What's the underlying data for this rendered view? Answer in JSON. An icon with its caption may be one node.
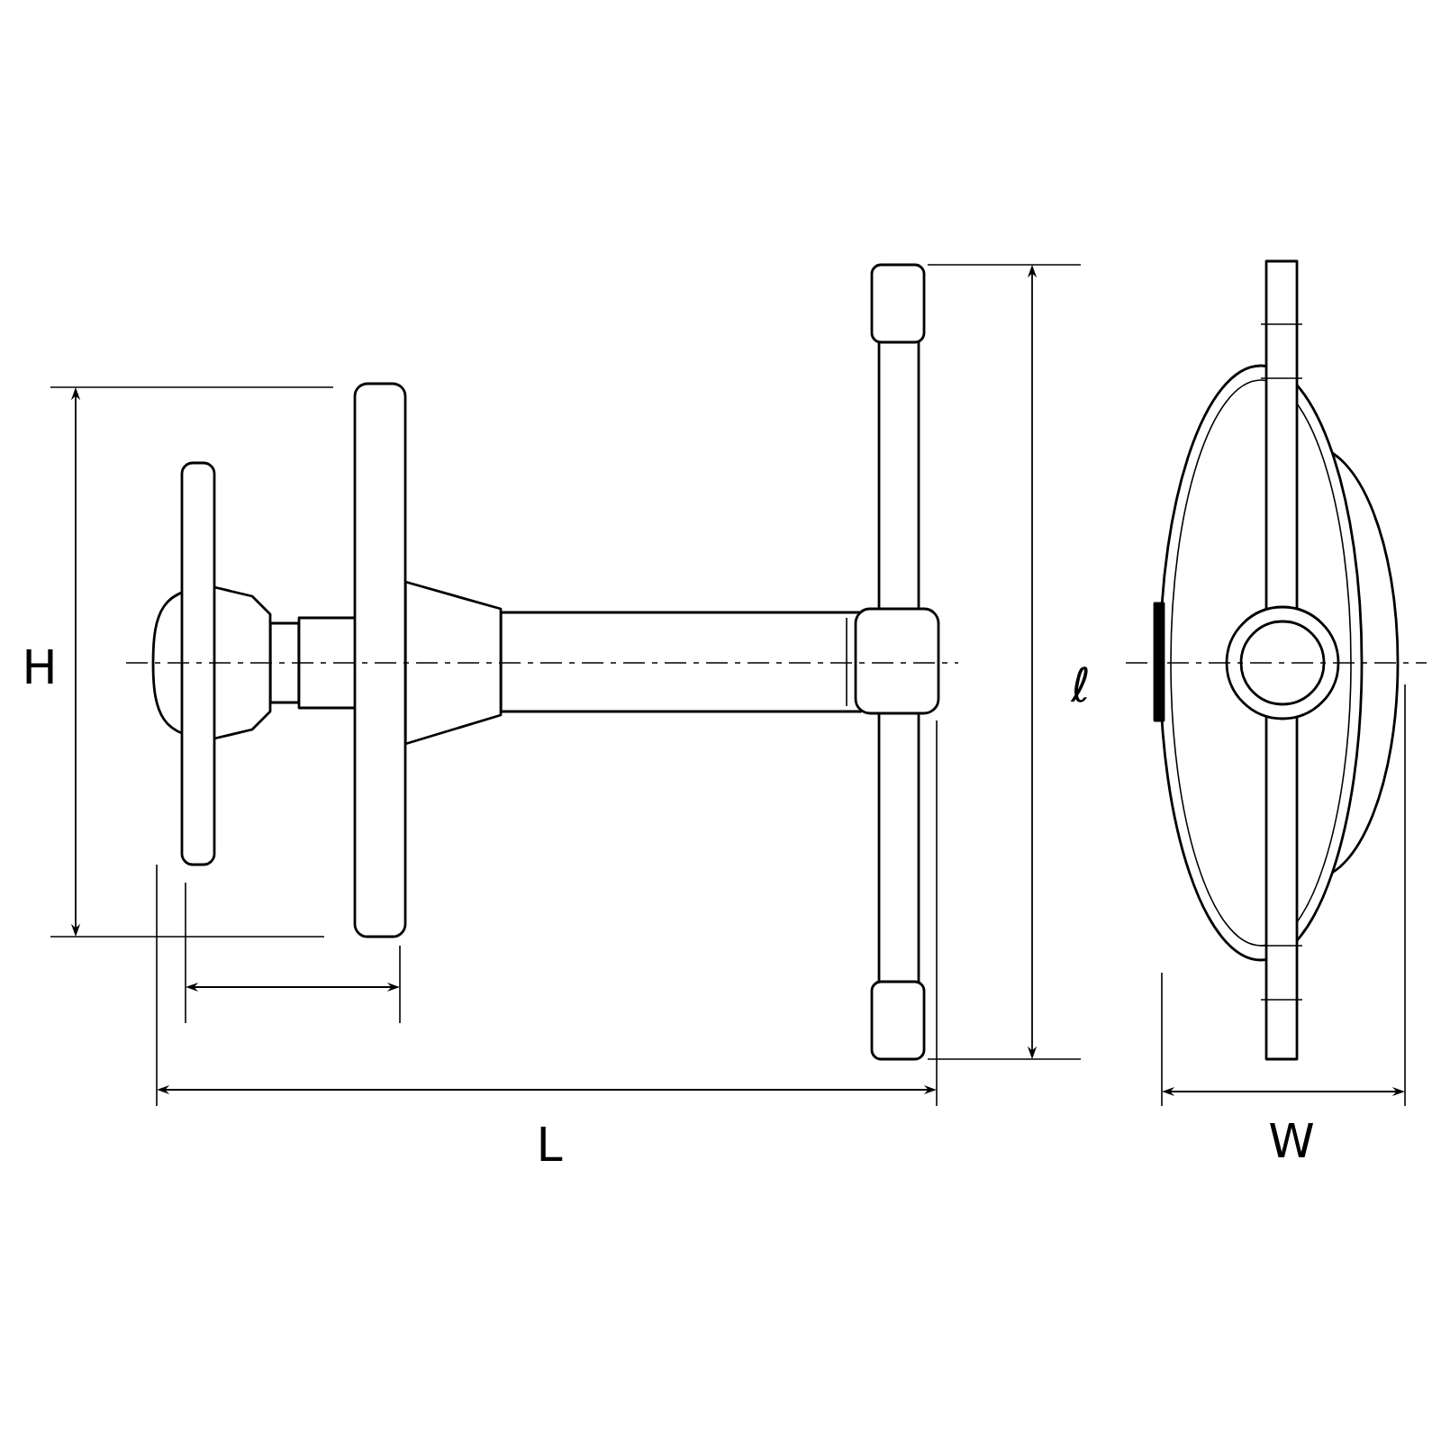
{
  "diagram": {
    "labels": [
      "H",
      "ℓ",
      "L",
      "W"
    ]
  }
}
